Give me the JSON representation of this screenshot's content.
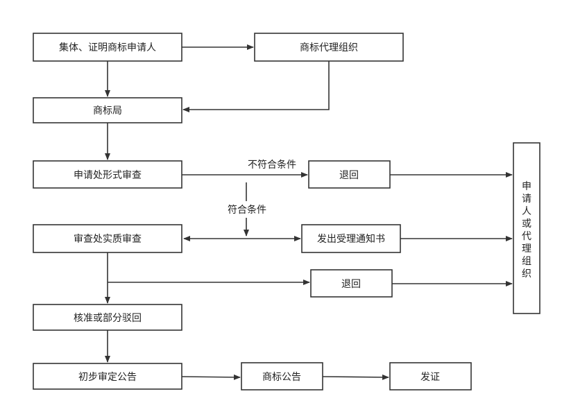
{
  "nodes": {
    "applicant": "集体、证明商标申请人",
    "agency": "商标代理组织",
    "office": "商标局",
    "formal_review": "申请处形式审查",
    "return_1": "退回",
    "substantive_review": "审查处实质审查",
    "acceptance_notice": "发出受理通知书",
    "return_2": "退回",
    "approve_or_reject": "核准或部分驳回",
    "preliminary_announce": "初步审定公告",
    "trademark_announce": "商标公告",
    "issue_certificate": "发证",
    "applicant_or_agency": "申请人或代理组织"
  },
  "edge_labels": {
    "not_qualified": "不符合条件",
    "qualified": "符合条件"
  }
}
